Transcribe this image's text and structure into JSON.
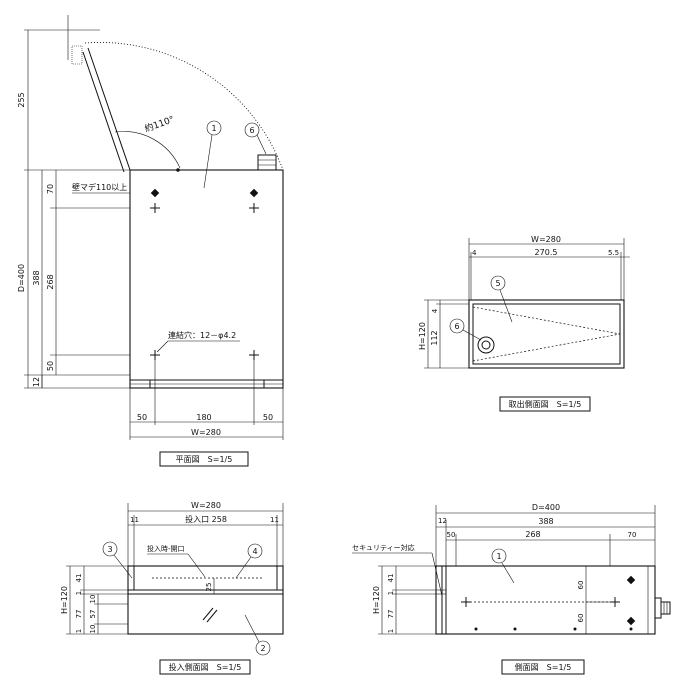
{
  "top_view": {
    "dim_255": "255",
    "dim_d400": "D=400",
    "dim_388": "388",
    "dim_268": "268",
    "dim_70": "70",
    "dim_50": "50",
    "dim_12": "12",
    "angle": "約110°",
    "wall_note": "壁マデ110以上",
    "hole_note": "連結穴：12－φ4.2",
    "bottom_50a": "50",
    "bottom_180": "180",
    "bottom_50b": "50",
    "width": "W=280",
    "part1": "1",
    "part6": "6",
    "caption": "平面図　S=1/5"
  },
  "outlet_view": {
    "width": "W=280",
    "dim_4": "4",
    "dim_270_5": "270.5",
    "dim_5_5": "5.5",
    "dim_h120": "H=120",
    "dim_4b": "4",
    "dim_112": "112",
    "part5": "5",
    "part6": "6",
    "caption": "取出側面図　S=1/5"
  },
  "inlet_view": {
    "width": "W=280",
    "dim_11a": "11",
    "inlet_label": "投入口 258",
    "dim_11b": "11",
    "open_note": "投入時-開口",
    "dim_h120": "H=120",
    "dim_41": "41",
    "dim_1a": "1",
    "dim_77": "77",
    "dim_1b": "1",
    "dim_10": "10",
    "dim_57": "57",
    "dim_10b": "10",
    "dim_25": "25",
    "part3": "3",
    "part4": "4",
    "part2": "2",
    "caption": "投入側面図　S=1/5"
  },
  "side_view": {
    "depth": "D=400",
    "dim_12": "12",
    "dim_388": "388",
    "dim_50": "50",
    "dim_268": "268",
    "dim_70": "70",
    "security_note": "セキュリティー対応",
    "dim_h120": "H=120",
    "dim_41": "41",
    "dim_1a": "1",
    "dim_77": "77",
    "dim_1b": "1",
    "dim_60a": "60",
    "dim_60b": "60",
    "part1": "1",
    "caption": "側面図　S=1/5"
  }
}
